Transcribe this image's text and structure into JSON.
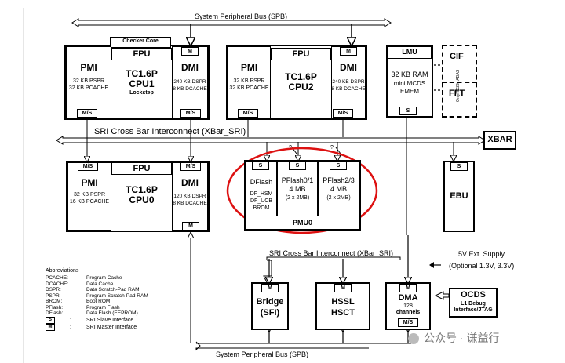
{
  "buses": {
    "spb_top": "System Peripheral Bus (SPB)",
    "spb_bottom": "System Peripheral Bus (SPB)",
    "xbar_top": "SRI Cross Bar Interconnect  (XBar_SRI)",
    "xbar_bottom": "SRI Cross Bar Interconnect (XBar_SRI)"
  },
  "cpu1": {
    "checker": "Checker Core",
    "pmi": "PMI",
    "pmi_l1": "32 KB PSPR",
    "pmi_l2": "32 KB PCACHE",
    "fpu": "FPU",
    "name1": "TC1.6P",
    "name2": "CPU1",
    "name3": "Lockstep",
    "dmi": "DMI",
    "dmi_l1": "240 KB DSPR",
    "dmi_l2": "8 KB DCACHE",
    "ms1": "M/S",
    "ms2": "M/S",
    "m": "M"
  },
  "cpu2": {
    "pmi": "PMI",
    "pmi_l1": "32 KB PSPR",
    "pmi_l2": "32 KB PCACHE",
    "fpu": "FPU",
    "name1": "TC1.6P",
    "name2": "CPU2",
    "dmi": "DMI",
    "dmi_l1": "240 KB DSPR",
    "dmi_l2": "8 KB DCACHE",
    "ms1": "M/S",
    "ms2": "M/S",
    "m": "M"
  },
  "cpu0": {
    "pmi": "PMI",
    "pmi_l1": "32 KB PSPR",
    "pmi_l2": "16 KB PCACHE",
    "fpu": "FPU",
    "name1": "TC1.6P",
    "name2": "CPU0",
    "dmi": "DMI",
    "dmi_l1": "120 KB DSPR",
    "dmi_l2": "8 KB DCACHE",
    "ms1": "M/S",
    "ms2": "M/S",
    "m": "M"
  },
  "lmu": {
    "title": "LMU",
    "l1": "32 KB RAM",
    "l2": "mini MCDS",
    "l3": "EMEM",
    "s": "S"
  },
  "cif": "CIF",
  "fft": "FFT",
  "fft_note": "Only TC29x ADAS",
  "xbar": "XBAR",
  "ebu": {
    "title": "EBU",
    "s": "S"
  },
  "pmu": {
    "title": "PMU0",
    "dflash": "DFlash",
    "df1": "DF_HSM",
    "df2": "DF_UCB",
    "df3": "BROM",
    "pf01": "PFlash0/1",
    "pf01_size": "4 MB",
    "pf01_detail": "(2 x 2MB)",
    "pf23": "PFlash2/3",
    "pf23_size": "4 MB",
    "pf23_detail": "(2 x 2MB)",
    "s1": "S",
    "s2": "S",
    "s3": "S",
    "q1": "?",
    "q2": "?"
  },
  "ext_supply": {
    "l1": "5V Ext. Supply",
    "l2": "(Optional 1.3V, 3.3V)"
  },
  "bridge": {
    "l1": "Bridge",
    "l2": "(SFI)",
    "m": "M"
  },
  "hssl": {
    "l1": "HSSL",
    "l2": "HSCT",
    "m": "M"
  },
  "dma": {
    "title": "DMA",
    "l1": "128",
    "l2": "channels",
    "m": "M",
    "ms": "M/S"
  },
  "ocds": {
    "title": "OCDS",
    "l1": "L1 Debug",
    "l2": "Interface/JTAG"
  },
  "abbrev": {
    "title": "Abbreviations",
    "rows": [
      {
        "k": "PCACHE:",
        "v": "Program Cache"
      },
      {
        "k": "DCACHE:",
        "v": "Data Cache"
      },
      {
        "k": "DSPR:",
        "v": "Data Scratch-Pad RAM"
      },
      {
        "k": "PSPR:",
        "v": "Program Scratch-Pad RAM"
      },
      {
        "k": "BROM:",
        "v": "Boot ROM"
      },
      {
        "k": "PFlash:",
        "v": "Program Flash"
      },
      {
        "k": "DFlash:",
        "v": "Data Flash (EEPROM)"
      }
    ],
    "s_key": "S",
    "s_colon": ":",
    "s_desc": "SRI Slave Interface",
    "m_key": "M",
    "m_colon": ":",
    "m_desc": "SRI Master Interface"
  },
  "watermark": "公众号 · 谦益行",
  "colors": {
    "highlight": "#dd1111",
    "arrow": "#000000"
  }
}
